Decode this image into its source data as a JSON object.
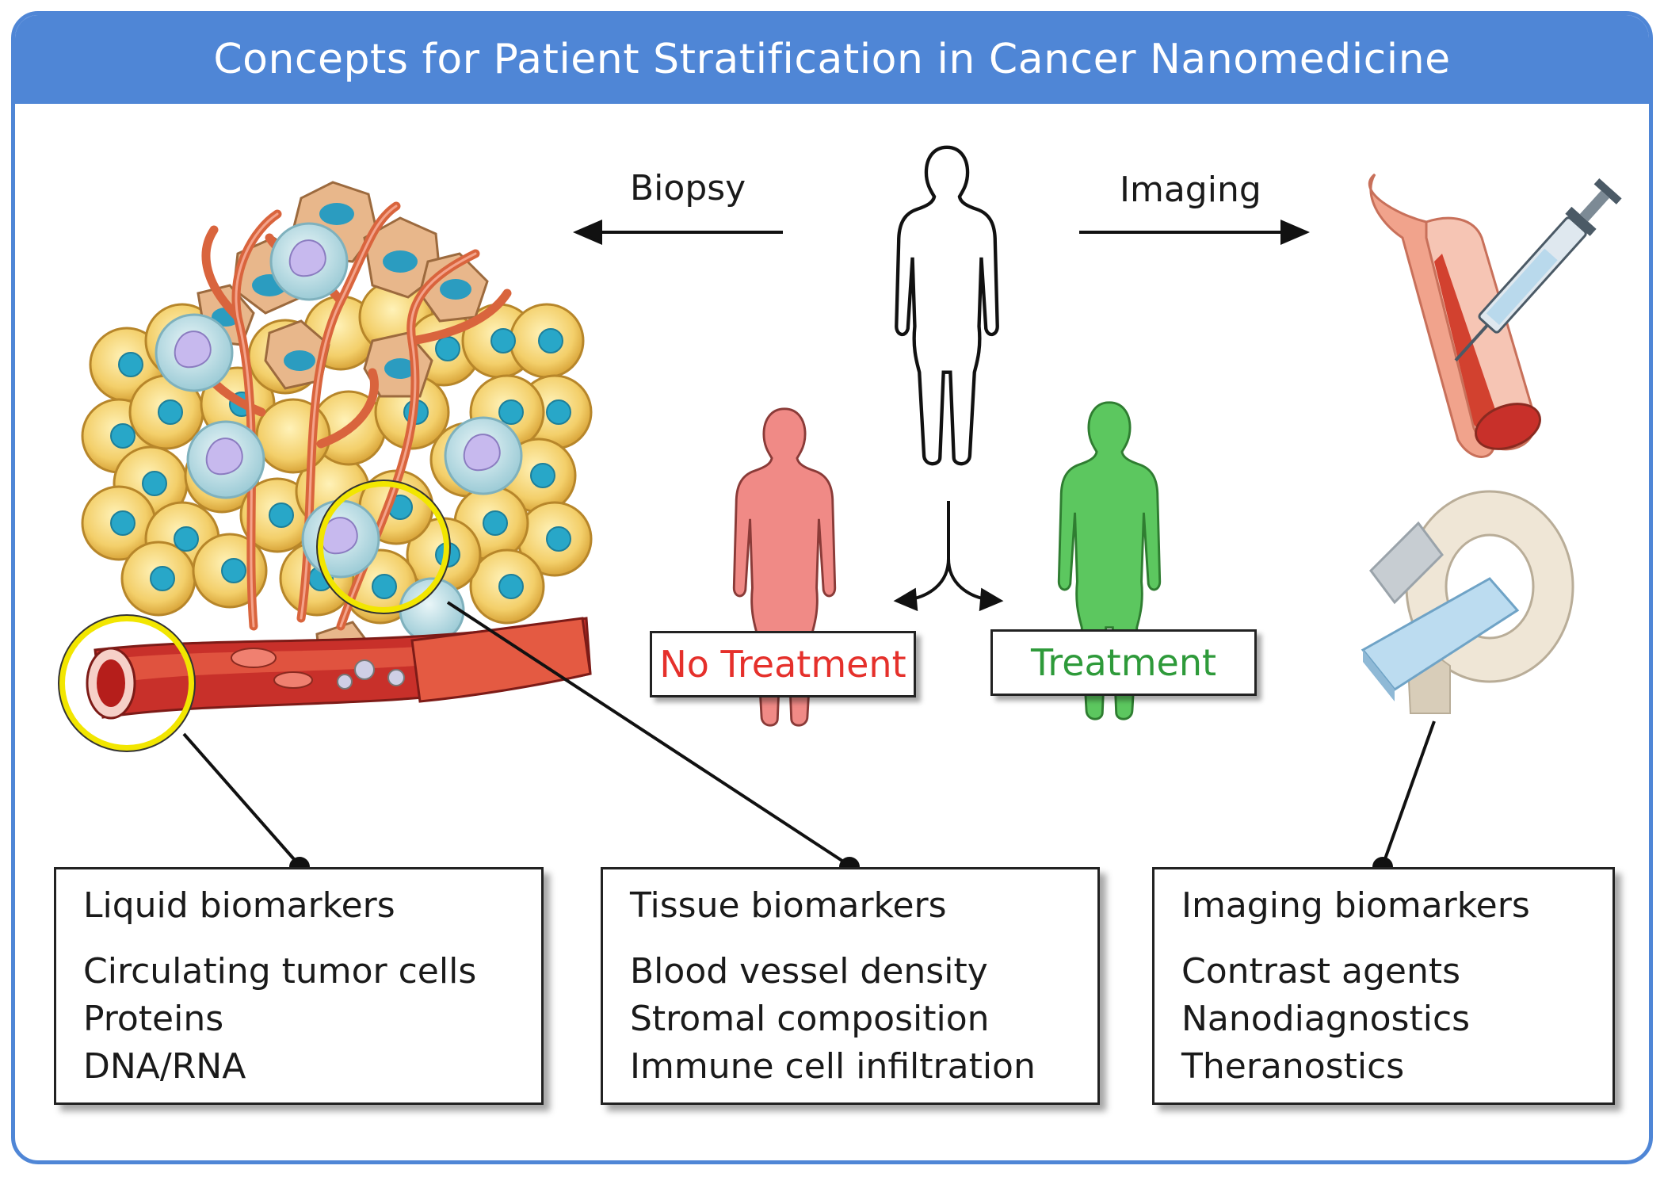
{
  "title": "Concepts for Patient Stratification in Cancer Nanomedicine",
  "arrows": {
    "left": "Biopsy",
    "right": "Imaging"
  },
  "outcomes": {
    "no_treatment": {
      "label": "No Treatment",
      "color": "#e5302b"
    },
    "treatment": {
      "label": "Treatment",
      "color": "#2e9a3a"
    }
  },
  "boxes": [
    {
      "title": "Liquid biomarkers",
      "items": [
        "Circulating tumor cells",
        "Proteins",
        "DNA/RNA"
      ]
    },
    {
      "title": "Tissue biomarkers",
      "items": [
        "Blood vessel density",
        "Stromal composition",
        "Immune cell infiltration"
      ]
    },
    {
      "title": "Imaging biomarkers",
      "items": [
        "Contrast agents",
        "Nanodiagnostics",
        "Theranostics"
      ]
    }
  ],
  "colors": {
    "frame": "#4f86d6",
    "patient_no_treatment": "#f08a86",
    "patient_treatment": "#5cc75f"
  },
  "icons": [
    "tumor-microenvironment",
    "human-silhouette",
    "syringe-vessel",
    "mri-scanner",
    "blood-tube",
    "tissue-slide",
    "radiation-icon"
  ]
}
